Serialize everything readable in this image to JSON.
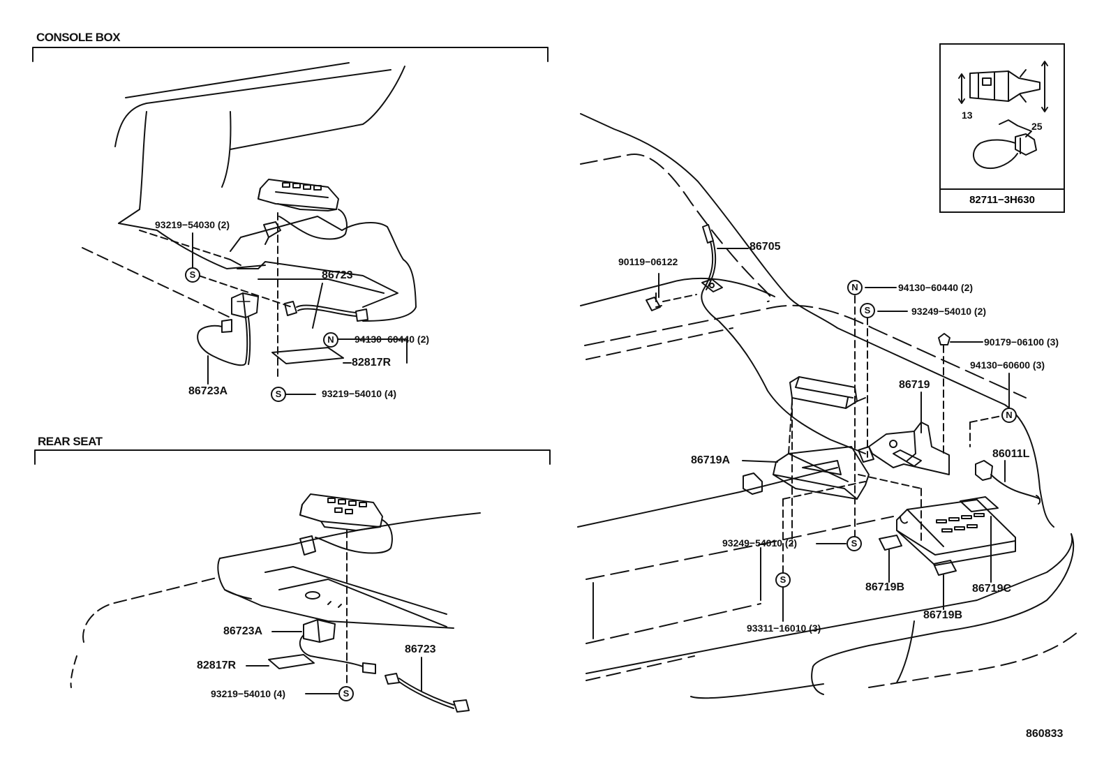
{
  "sections": {
    "console_box": "CONSOLE BOX",
    "rear_seat": "REAR SEAT"
  },
  "markers": {
    "s": "S",
    "n": "N"
  },
  "console_parts": {
    "p93219_54030": "93219−54030 (2)",
    "p86723": "86723",
    "p94130_60440": "94130−60440 (2)",
    "p82817R": "82817R",
    "p86723A": "86723A",
    "p93219_54010": "93219−54010 (4)"
  },
  "rear_seat_parts": {
    "p86723A": "86723A",
    "p82817R": "82817R",
    "p93219_54010": "93219−54010 (4)",
    "p86723": "86723"
  },
  "trunk_parts": {
    "p86705": "86705",
    "p90119_06122": "90119−06122",
    "p94130_60440": "94130−60440 (2)",
    "p93249_54010_top": "93249−54010 (2)",
    "p90179_06100": "90179−06100 (3)",
    "p94130_60600": "94130−60600 (3)",
    "p86719": "86719",
    "p86719A": "86719A",
    "p86011L": "86011L",
    "p93249_54010_bottom": "93249−54010 (2)",
    "p86719B_1": "86719B",
    "p86719C": "86719C",
    "p86719B_2": "86719B",
    "p93311_16010": "93311−16010 (3)"
  },
  "inset": {
    "dim_13": "13",
    "dim_25": "25",
    "part_number": "82711−3H630"
  },
  "figure_id": "860833"
}
